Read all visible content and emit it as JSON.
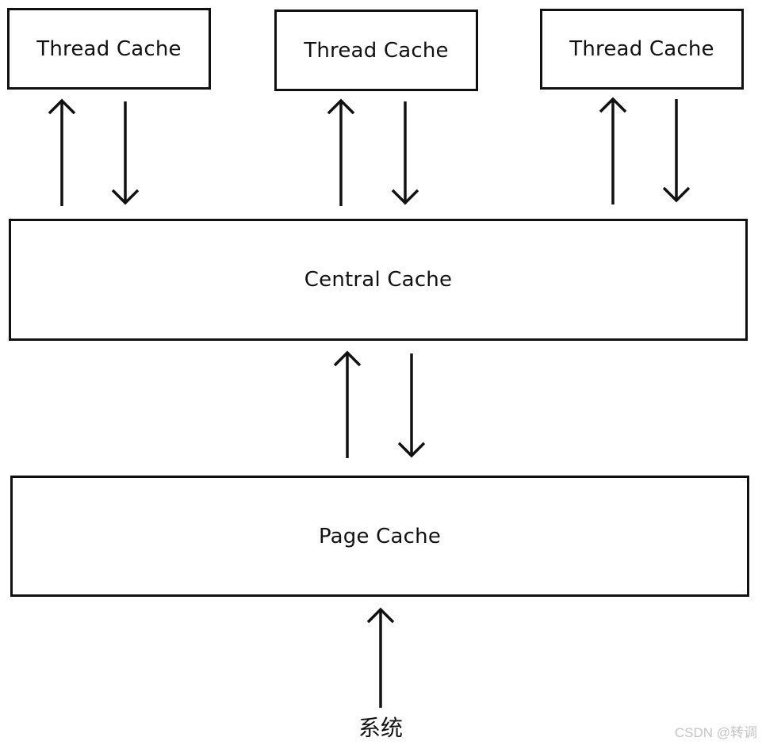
{
  "thread_caches": [
    {
      "label": "Thread Cache"
    },
    {
      "label": "Thread Cache"
    },
    {
      "label": "Thread Cache"
    }
  ],
  "central_cache": {
    "label": "Central Cache"
  },
  "page_cache": {
    "label": "Page Cache"
  },
  "system": {
    "label": "系统"
  },
  "watermark": {
    "text": "CSDN @转调"
  }
}
